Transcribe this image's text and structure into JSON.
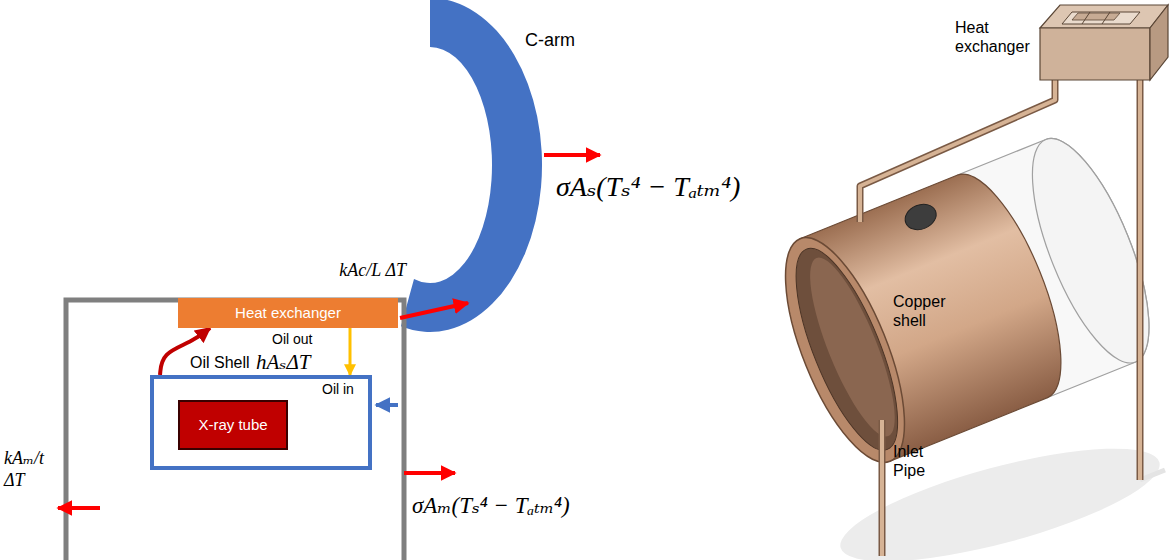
{
  "diagram": {
    "nodes": [
      {
        "text": [
          "C-arm"
        ]
      },
      {
        "text": [
          "Heat exchanger"
        ]
      },
      {
        "text": [
          "Oil Shell",
          "hAₛΔT"
        ]
      },
      {
        "text": [
          "X-ray tube"
        ],
        "in": 2
      }
    ],
    "edges": [
      {
        "from": 1,
        "to": 0,
        "arrow": "to",
        "label": "kAc/L ΔT"
      },
      {
        "from": 2,
        "to": 1,
        "arrow": "to"
      },
      {
        "from": 1,
        "to": 2,
        "arrow": "to",
        "label": "Oil out"
      }
    ],
    "labels": [
      "Oil in",
      "σAₛ(Tₛ⁴ − Tₐₜₘ⁴)",
      "kAₘ/t ΔT",
      "σAₘ(Tₛ⁴ − Tₐₜₘ⁴)",
      "Heat exchanger",
      "Copper shell",
      "Inlet Pipe"
    ]
  }
}
